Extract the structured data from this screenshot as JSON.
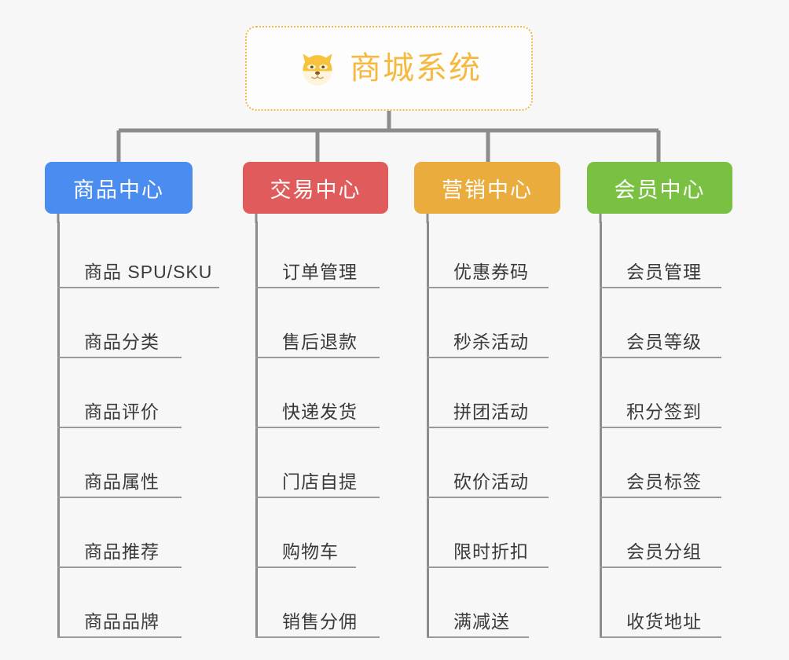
{
  "diagram": {
    "type": "mindmap",
    "background_color": "#f7f7f7",
    "root": {
      "title": "商城系统",
      "icon": "shiba-dog-face-icon",
      "text_color": "#f5b93f",
      "border_color": "#f0b94a",
      "fill_color": "#fdfdfd"
    },
    "connector_color": "#8c8c8c",
    "branches": [
      {
        "label": "商品中心",
        "color": "#4a8cf0",
        "items": [
          "商品 SPU/SKU",
          "商品分类",
          "商品评价",
          "商品属性",
          "商品推荐",
          "商品品牌"
        ]
      },
      {
        "label": "交易中心",
        "color": "#e05c5c",
        "items": [
          "订单管理",
          "售后退款",
          "快递发货",
          "门店自提",
          "购物车",
          "销售分佣"
        ]
      },
      {
        "label": "营销中心",
        "color": "#eaac3c",
        "items": [
          "优惠券码",
          "秒杀活动",
          "拼团活动",
          "砍价活动",
          "限时折扣",
          "满减送"
        ]
      },
      {
        "label": "会员中心",
        "color": "#7ac143",
        "items": [
          "会员管理",
          "会员等级",
          "积分签到",
          "会员标签",
          "会员分组",
          "收货地址"
        ]
      }
    ]
  }
}
